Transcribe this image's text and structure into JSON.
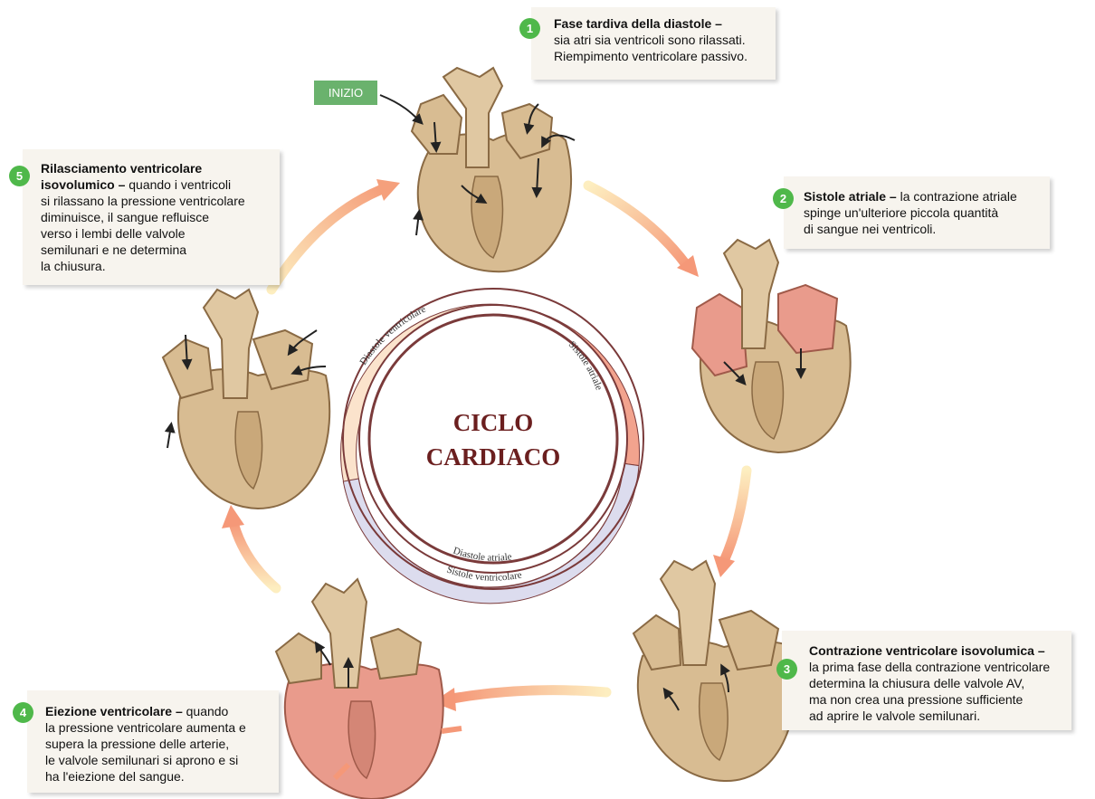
{
  "center": {
    "line1": "CICLO",
    "line2": "CARDIACO"
  },
  "ring": {
    "diastole_ventricolare": "Diastole ventricolare",
    "sistole_atriale": "Sistole atriale",
    "diastole_atriale": "Diastole atriale",
    "sistole_ventricolare": "Sistole ventricolare"
  },
  "start_label": "INIZIO",
  "steps": [
    {
      "num": "1",
      "title": "Fase tardiva della diastole –",
      "lines": [
        "sia atri sia ventricoli sono rilassati.",
        "Riempimento ventricolare passivo."
      ]
    },
    {
      "num": "2",
      "title": "Sistole atriale –",
      "title_rest": " la contrazione atriale",
      "lines": [
        "spinge un'ulteriore piccola quantità",
        "di sangue nei ventricoli."
      ]
    },
    {
      "num": "3",
      "title": "Contrazione ventricolare isovolumica –",
      "lines": [
        "la prima fase della contrazione ventricolare",
        "determina la chiusura delle valvole AV,",
        "ma non crea una pressione sufficiente",
        "ad aprire le valvole semilunari."
      ]
    },
    {
      "num": "4",
      "title": "Eiezione ventricolare –",
      "title_rest": " quando",
      "lines": [
        "la pressione ventricolare aumenta e",
        "supera la pressione delle arterie,",
        "le valvole semilunari si aprono e si",
        "ha l'eiezione del sangue."
      ]
    },
    {
      "num": "5",
      "title": "Rilasciamento ventricolare",
      "title2": "isovolumico –",
      "title2_rest": " quando i ventricoli",
      "lines": [
        "si rilassano la pressione ventricolare",
        "diminuisce, il sangue refluisce",
        "verso i lembi delle valvole",
        "semilunari e ne determina",
        "la chiusura."
      ]
    }
  ],
  "colors": {
    "ring_diastole": "#fbe3cc",
    "ring_sistole_atriale": "#f2a38e",
    "ring_sistole_ventricolare": "#dcdcee",
    "title": "#6b1f1f",
    "badge": "#4fb84a",
    "heart": "#d8bc92",
    "heart_red": "#e99b8c"
  }
}
